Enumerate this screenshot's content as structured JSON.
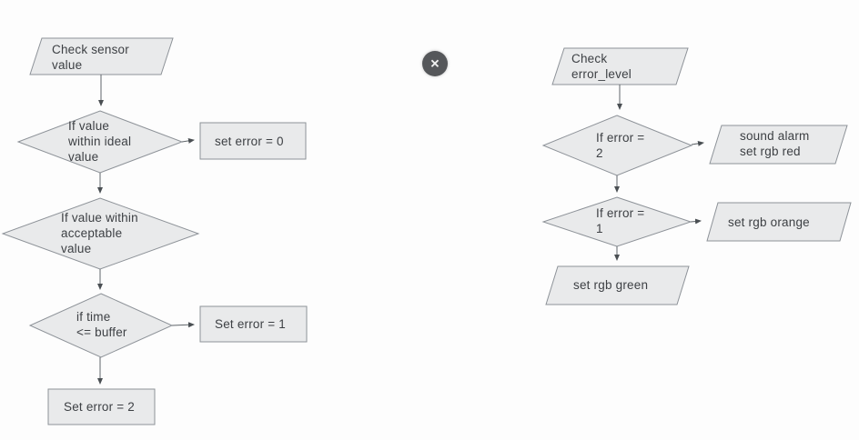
{
  "colors": {
    "shape_fill": "#e9eaeb",
    "shape_stroke": "#8d9298",
    "text": "#3d4044",
    "arrow": "#5f656a",
    "close_button_bg": "#55575a",
    "close_button_glyph": "#f2f2f2",
    "background": "#fdfdfd"
  },
  "overlay": {
    "close_button": {
      "glyph": "✕"
    }
  },
  "left_flowchart": {
    "nodes": [
      {
        "id": "check-sensor-value",
        "type": "parallelogram",
        "label": "Check sensor\nvalue"
      },
      {
        "id": "if-value-within-ideal",
        "type": "diamond",
        "label": "If value\nwithin ideal\nvalue"
      },
      {
        "id": "set-error-0",
        "type": "rectangle",
        "label": "set error = 0"
      },
      {
        "id": "if-value-within-acceptable",
        "type": "diamond",
        "label": "If value within\nacceptable\nvalue"
      },
      {
        "id": "if-time-le-buffer",
        "type": "diamond",
        "label": "if time\n<= buffer"
      },
      {
        "id": "set-error-1",
        "type": "rectangle",
        "label": "Set error = 1"
      },
      {
        "id": "set-error-2",
        "type": "rectangle",
        "label": "Set error = 2"
      }
    ],
    "edges": [
      {
        "from": "check-sensor-value",
        "to": "if-value-within-ideal"
      },
      {
        "from": "if-value-within-ideal",
        "to": "set-error-0"
      },
      {
        "from": "if-value-within-ideal",
        "to": "if-value-within-acceptable"
      },
      {
        "from": "if-value-within-acceptable",
        "to": "if-time-le-buffer"
      },
      {
        "from": "if-time-le-buffer",
        "to": "set-error-1"
      },
      {
        "from": "if-time-le-buffer",
        "to": "set-error-2"
      }
    ]
  },
  "right_flowchart": {
    "nodes": [
      {
        "id": "check-error-level",
        "type": "parallelogram",
        "label": "Check\nerror_level"
      },
      {
        "id": "if-error-2",
        "type": "diamond",
        "label": "If error =\n2"
      },
      {
        "id": "sound-alarm-set-rgb-red",
        "type": "parallelogram",
        "label": "sound alarm\nset rgb red"
      },
      {
        "id": "if-error-1",
        "type": "diamond",
        "label": "If error =\n1"
      },
      {
        "id": "set-rgb-orange",
        "type": "parallelogram",
        "label": "set rgb orange"
      },
      {
        "id": "set-rgb-green",
        "type": "parallelogram",
        "label": "set rgb green"
      }
    ],
    "edges": [
      {
        "from": "check-error-level",
        "to": "if-error-2"
      },
      {
        "from": "if-error-2",
        "to": "sound-alarm-set-rgb-red"
      },
      {
        "from": "if-error-2",
        "to": "if-error-1"
      },
      {
        "from": "if-error-1",
        "to": "set-rgb-orange"
      },
      {
        "from": "if-error-1",
        "to": "set-rgb-green"
      }
    ]
  }
}
